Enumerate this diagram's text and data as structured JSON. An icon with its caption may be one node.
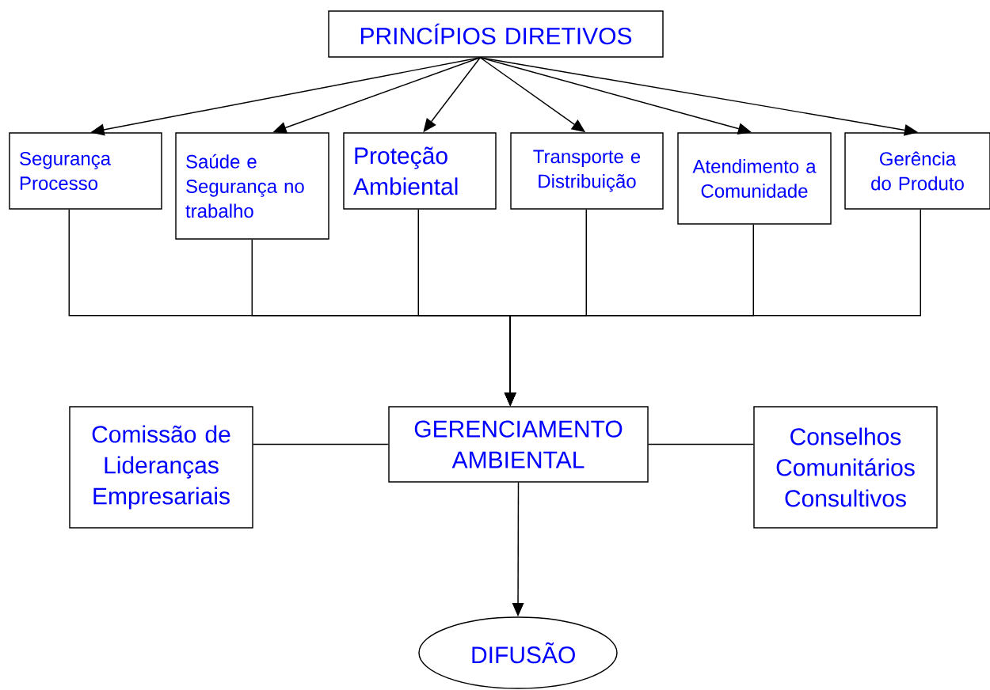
{
  "diagram": {
    "nodes": [
      {
        "text": [
          "PRINCÍPIOS DIRETIVOS"
        ]
      },
      {
        "text": [
          "Segurança Processo"
        ]
      },
      {
        "text": [
          "Saúde e Segurança no trabalho"
        ]
      },
      {
        "text": [
          "Proteção Ambiental"
        ]
      },
      {
        "text": [
          "Transporte e Distribuição"
        ]
      },
      {
        "text": [
          "Atendimento a Comunidade"
        ]
      },
      {
        "text": [
          "Gerência do Produto"
        ]
      },
      {
        "text": [
          "Comissão de Lideranças Empresariais"
        ]
      },
      {
        "text": [
          "GERENCIAMENTO AMBIENTAL"
        ]
      },
      {
        "text": [
          "Conselhos Comunitários Consultivos"
        ]
      },
      {
        "text": [
          "DIFUSÃO"
        ]
      }
    ],
    "edges": [
      {
        "from": 0,
        "to": 1,
        "arrow": "to"
      },
      {
        "from": 0,
        "to": 2,
        "arrow": "to"
      },
      {
        "from": 0,
        "to": 3,
        "arrow": "to"
      },
      {
        "from": 0,
        "to": 4,
        "arrow": "to"
      },
      {
        "from": 0,
        "to": 5,
        "arrow": "to"
      },
      {
        "from": 0,
        "to": 6,
        "arrow": "to"
      },
      {
        "from": 1,
        "to": 8,
        "arrow": "to"
      },
      {
        "from": 2,
        "to": 8,
        "arrow": "to"
      },
      {
        "from": 3,
        "to": 8,
        "arrow": "to"
      },
      {
        "from": 4,
        "to": 8,
        "arrow": "to"
      },
      {
        "from": 5,
        "to": 8,
        "arrow": "to"
      },
      {
        "from": 6,
        "to": 8,
        "arrow": "to"
      },
      {
        "from": 7,
        "to": 8,
        "arrow": "none"
      },
      {
        "from": 8,
        "to": 9,
        "arrow": "none"
      },
      {
        "from": 8,
        "to": 10,
        "arrow": "to"
      }
    ]
  }
}
